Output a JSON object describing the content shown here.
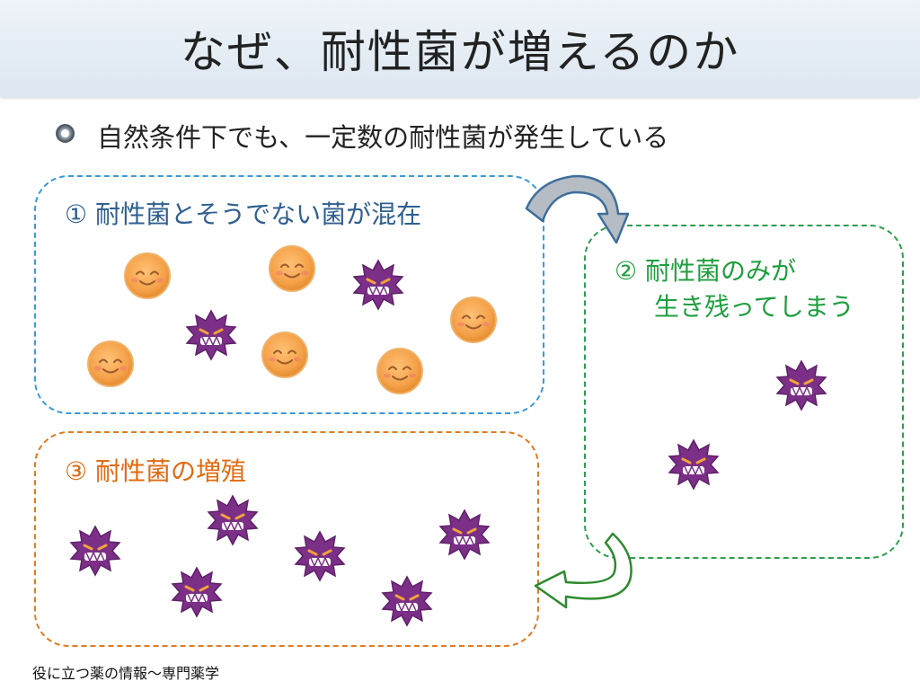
{
  "title": "なぜ、耐性菌が増えるのか",
  "bullet": "自然条件下でも、一定数の耐性菌が発生している",
  "boxes": {
    "mixed_label": "① 耐性菌とそうでない菌が混在",
    "survive_label_1": "② 耐性菌のみが",
    "survive_label_2": "生き残ってしまう",
    "grow_label": "③ 耐性菌の増殖"
  },
  "footer": "役に立つ薬の情報～専門薬学",
  "colors": {
    "box1_border": "#3a9ad9",
    "box2_border": "#2e9e4f",
    "box3_border": "#e07a22",
    "face_fill": "#f5a24a",
    "germ_fill": "#7b2f87",
    "arrow1": "#b5bcc4",
    "arrow2": "#ffffff"
  },
  "icons": {
    "bullet": "ring-bullet-icon",
    "normal_bacteria": "smiling-face-icon",
    "resistant_bacteria": "spiky-germ-icon"
  }
}
